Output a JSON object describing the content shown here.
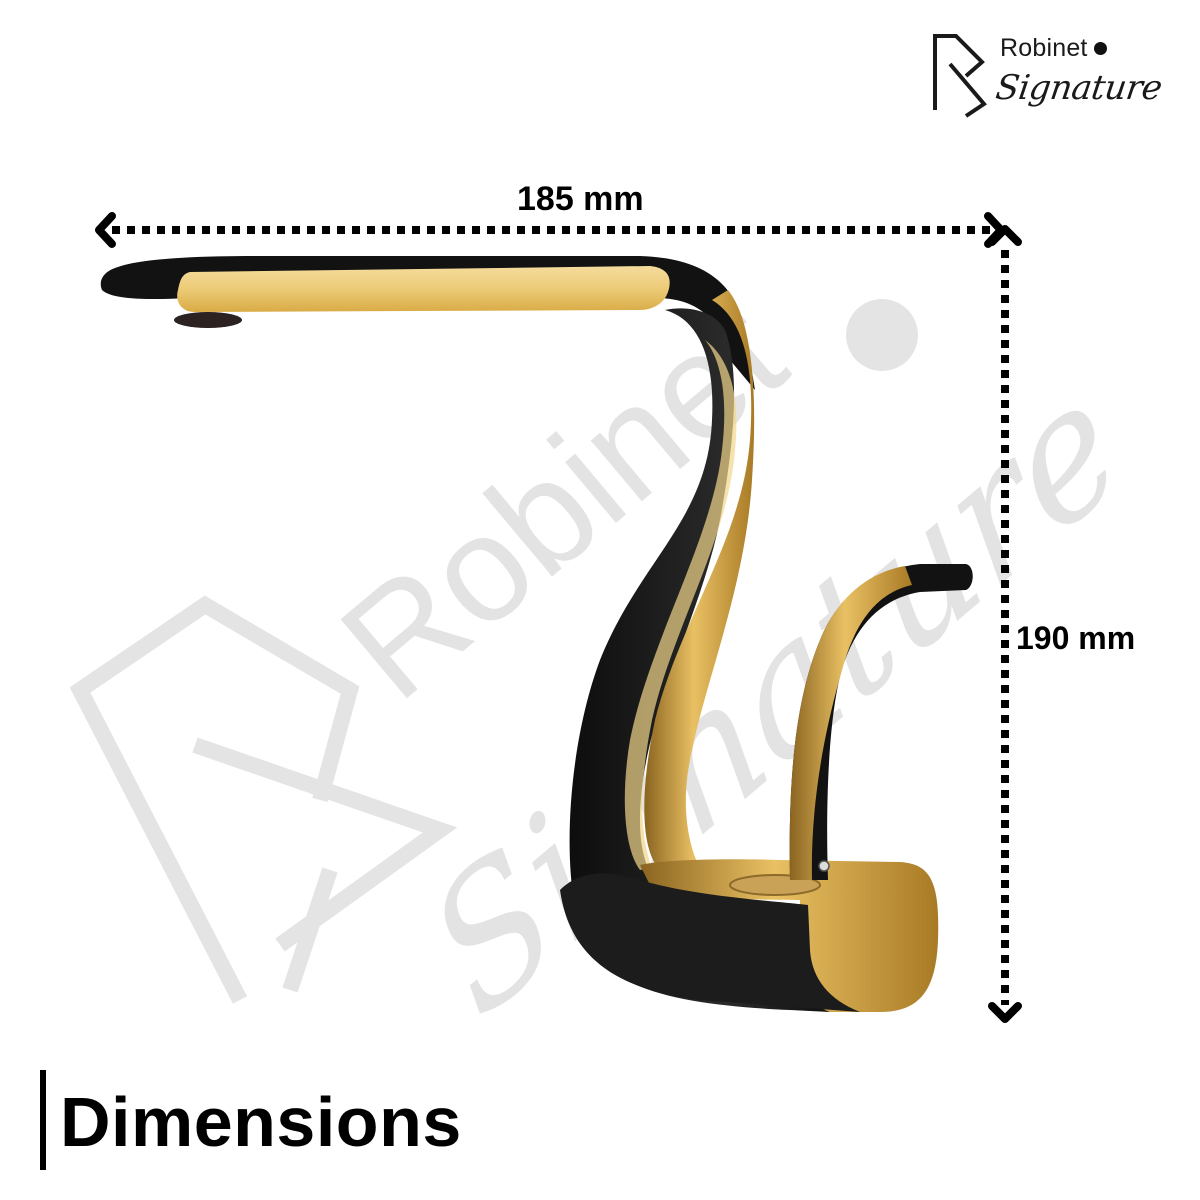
{
  "brand": {
    "name_line1": "Robinet",
    "name_line2": "Signature"
  },
  "watermark": {
    "line1": "Robinet",
    "line2": "Signature",
    "color": "#e3e3e3"
  },
  "dimensions": {
    "width_label": "185 mm",
    "height_label": "190 mm"
  },
  "product": {
    "finish_primary": "#141414",
    "finish_accent": "#d9aa3c"
  },
  "footer": {
    "title": "Dimensions"
  }
}
